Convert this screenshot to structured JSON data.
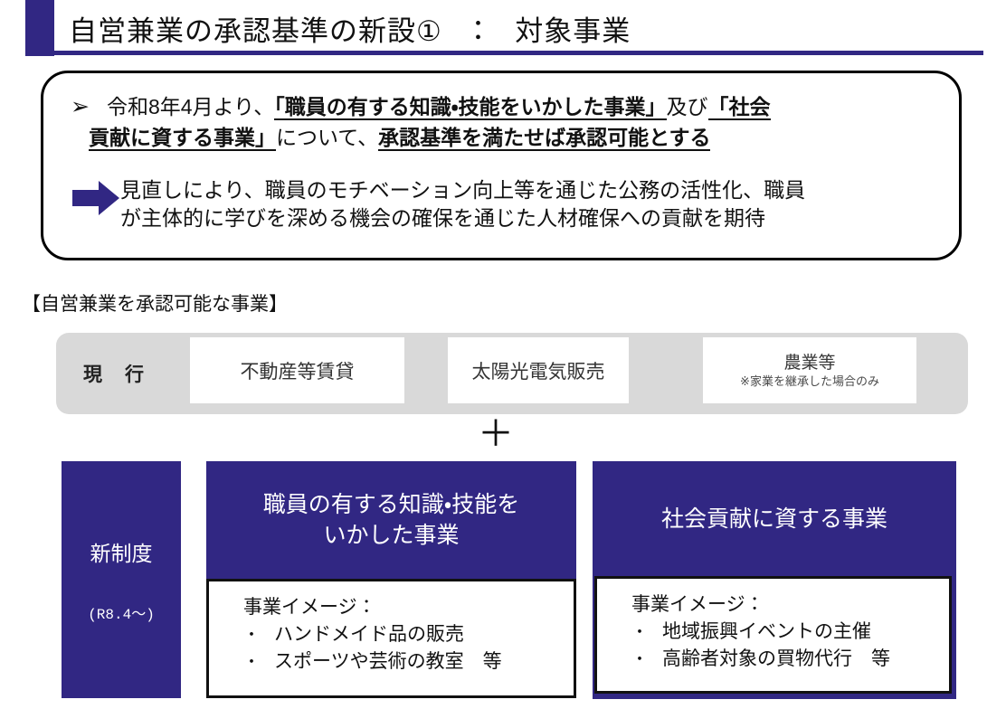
{
  "page": {
    "title": "自営兼業の承認基準の新設①　：　対象事業"
  },
  "colors": {
    "accent": "#312783",
    "band_gray": "#d9d9d9"
  },
  "summary_box": {
    "point1": {
      "marker": "➢",
      "line1": [
        {
          "text": "令和8年4月より、",
          "emphasis": false
        },
        {
          "text": "「職員の有する知識・技能をいかした事業」",
          "emphasis": true
        },
        {
          "text": "及び",
          "emphasis": false
        },
        {
          "text": "「社会",
          "emphasis": true
        }
      ],
      "line2": [
        {
          "text": "貢献に資する事業」",
          "emphasis": true
        },
        {
          "text": "について、",
          "emphasis": false
        },
        {
          "text": "承認基準を満たせば承認可能とする",
          "emphasis": true
        }
      ]
    },
    "point2": {
      "line1": "見直しにより、職員のモチベーション向上等を通じた公務の活性化、職員",
      "line2": "が主体的に学びを深める機会の確保を通じた人材確保への貢献を期待"
    }
  },
  "section_label": "【自営兼業を承認可能な事業】",
  "current_row": {
    "label": "現　行",
    "items": [
      {
        "name": "不動産等賃貸"
      },
      {
        "name": "太陽光電気販売"
      },
      {
        "name": "農業等",
        "note": "※家業を継承した場合のみ"
      }
    ]
  },
  "plus_sign": "＋",
  "new_row": {
    "label": "新制度",
    "sublabel": "(R8.4～)",
    "bullet_char": "・",
    "cards": [
      {
        "title_line1": "職員の有する知識・技能を",
        "title_line2": "いかした事業",
        "body_heading": "事業イメージ：",
        "items": [
          "ハンドメイド品の販売",
          "スポーツや芸術の教室　等"
        ]
      },
      {
        "title_line1": "社会貢献に資する事業",
        "body_heading": "事業イメージ：",
        "items": [
          "地域振興イベントの主催",
          "高齢者対象の買物代行　等"
        ]
      }
    ]
  }
}
